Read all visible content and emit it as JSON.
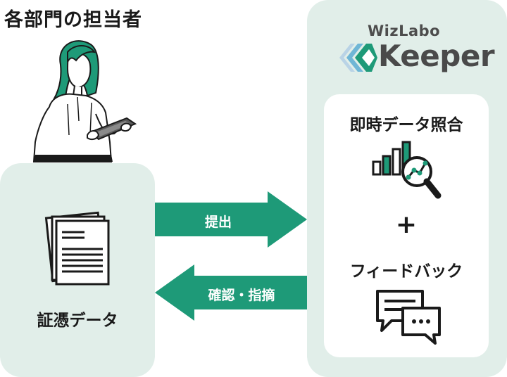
{
  "header": {
    "title": "各部門の担当者"
  },
  "left_panel": {
    "label": "証憑データ"
  },
  "arrows": {
    "submit_label": "提出",
    "feedback_label": "確認・指摘"
  },
  "brand": {
    "small": "WizLabo",
    "large": "Keeper"
  },
  "card": {
    "heading1": "即時データ照合",
    "plus": "+",
    "heading2": "フィードバック"
  },
  "colors": {
    "accent": "#1e9a78",
    "panel": "#e1eee9",
    "card": "#ffffff"
  }
}
